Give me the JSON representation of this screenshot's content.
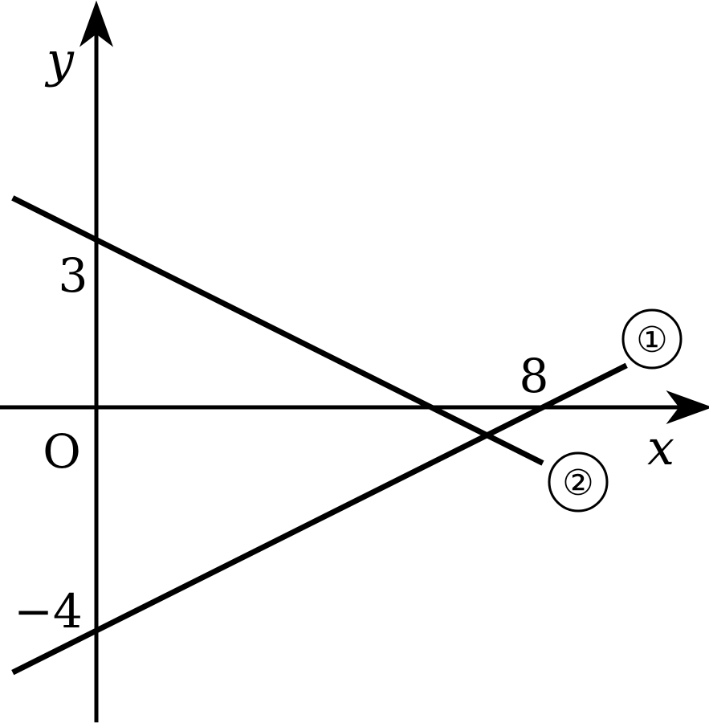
{
  "chart_data": {
    "type": "line",
    "title": "",
    "xlabel": "x",
    "ylabel": "y",
    "origin_label": "O",
    "xlim": [
      -1.75,
      11.0
    ],
    "ylim": [
      -5.5,
      7.0
    ],
    "grid": false,
    "legend": "none",
    "tick_labels": {
      "x": [
        {
          "value": 8,
          "label": "8"
        }
      ],
      "y": [
        {
          "value": 3,
          "label": "3"
        },
        {
          "value": -4,
          "label": "−4"
        }
      ]
    },
    "series": [
      {
        "name": "①",
        "x": [
          -1.5,
          9.5
        ],
        "y": [
          -4.75,
          0.75
        ]
      },
      {
        "name": "②",
        "x": [
          -1.5,
          8.0
        ],
        "y": [
          3.75,
          -1.0
        ]
      }
    ]
  }
}
